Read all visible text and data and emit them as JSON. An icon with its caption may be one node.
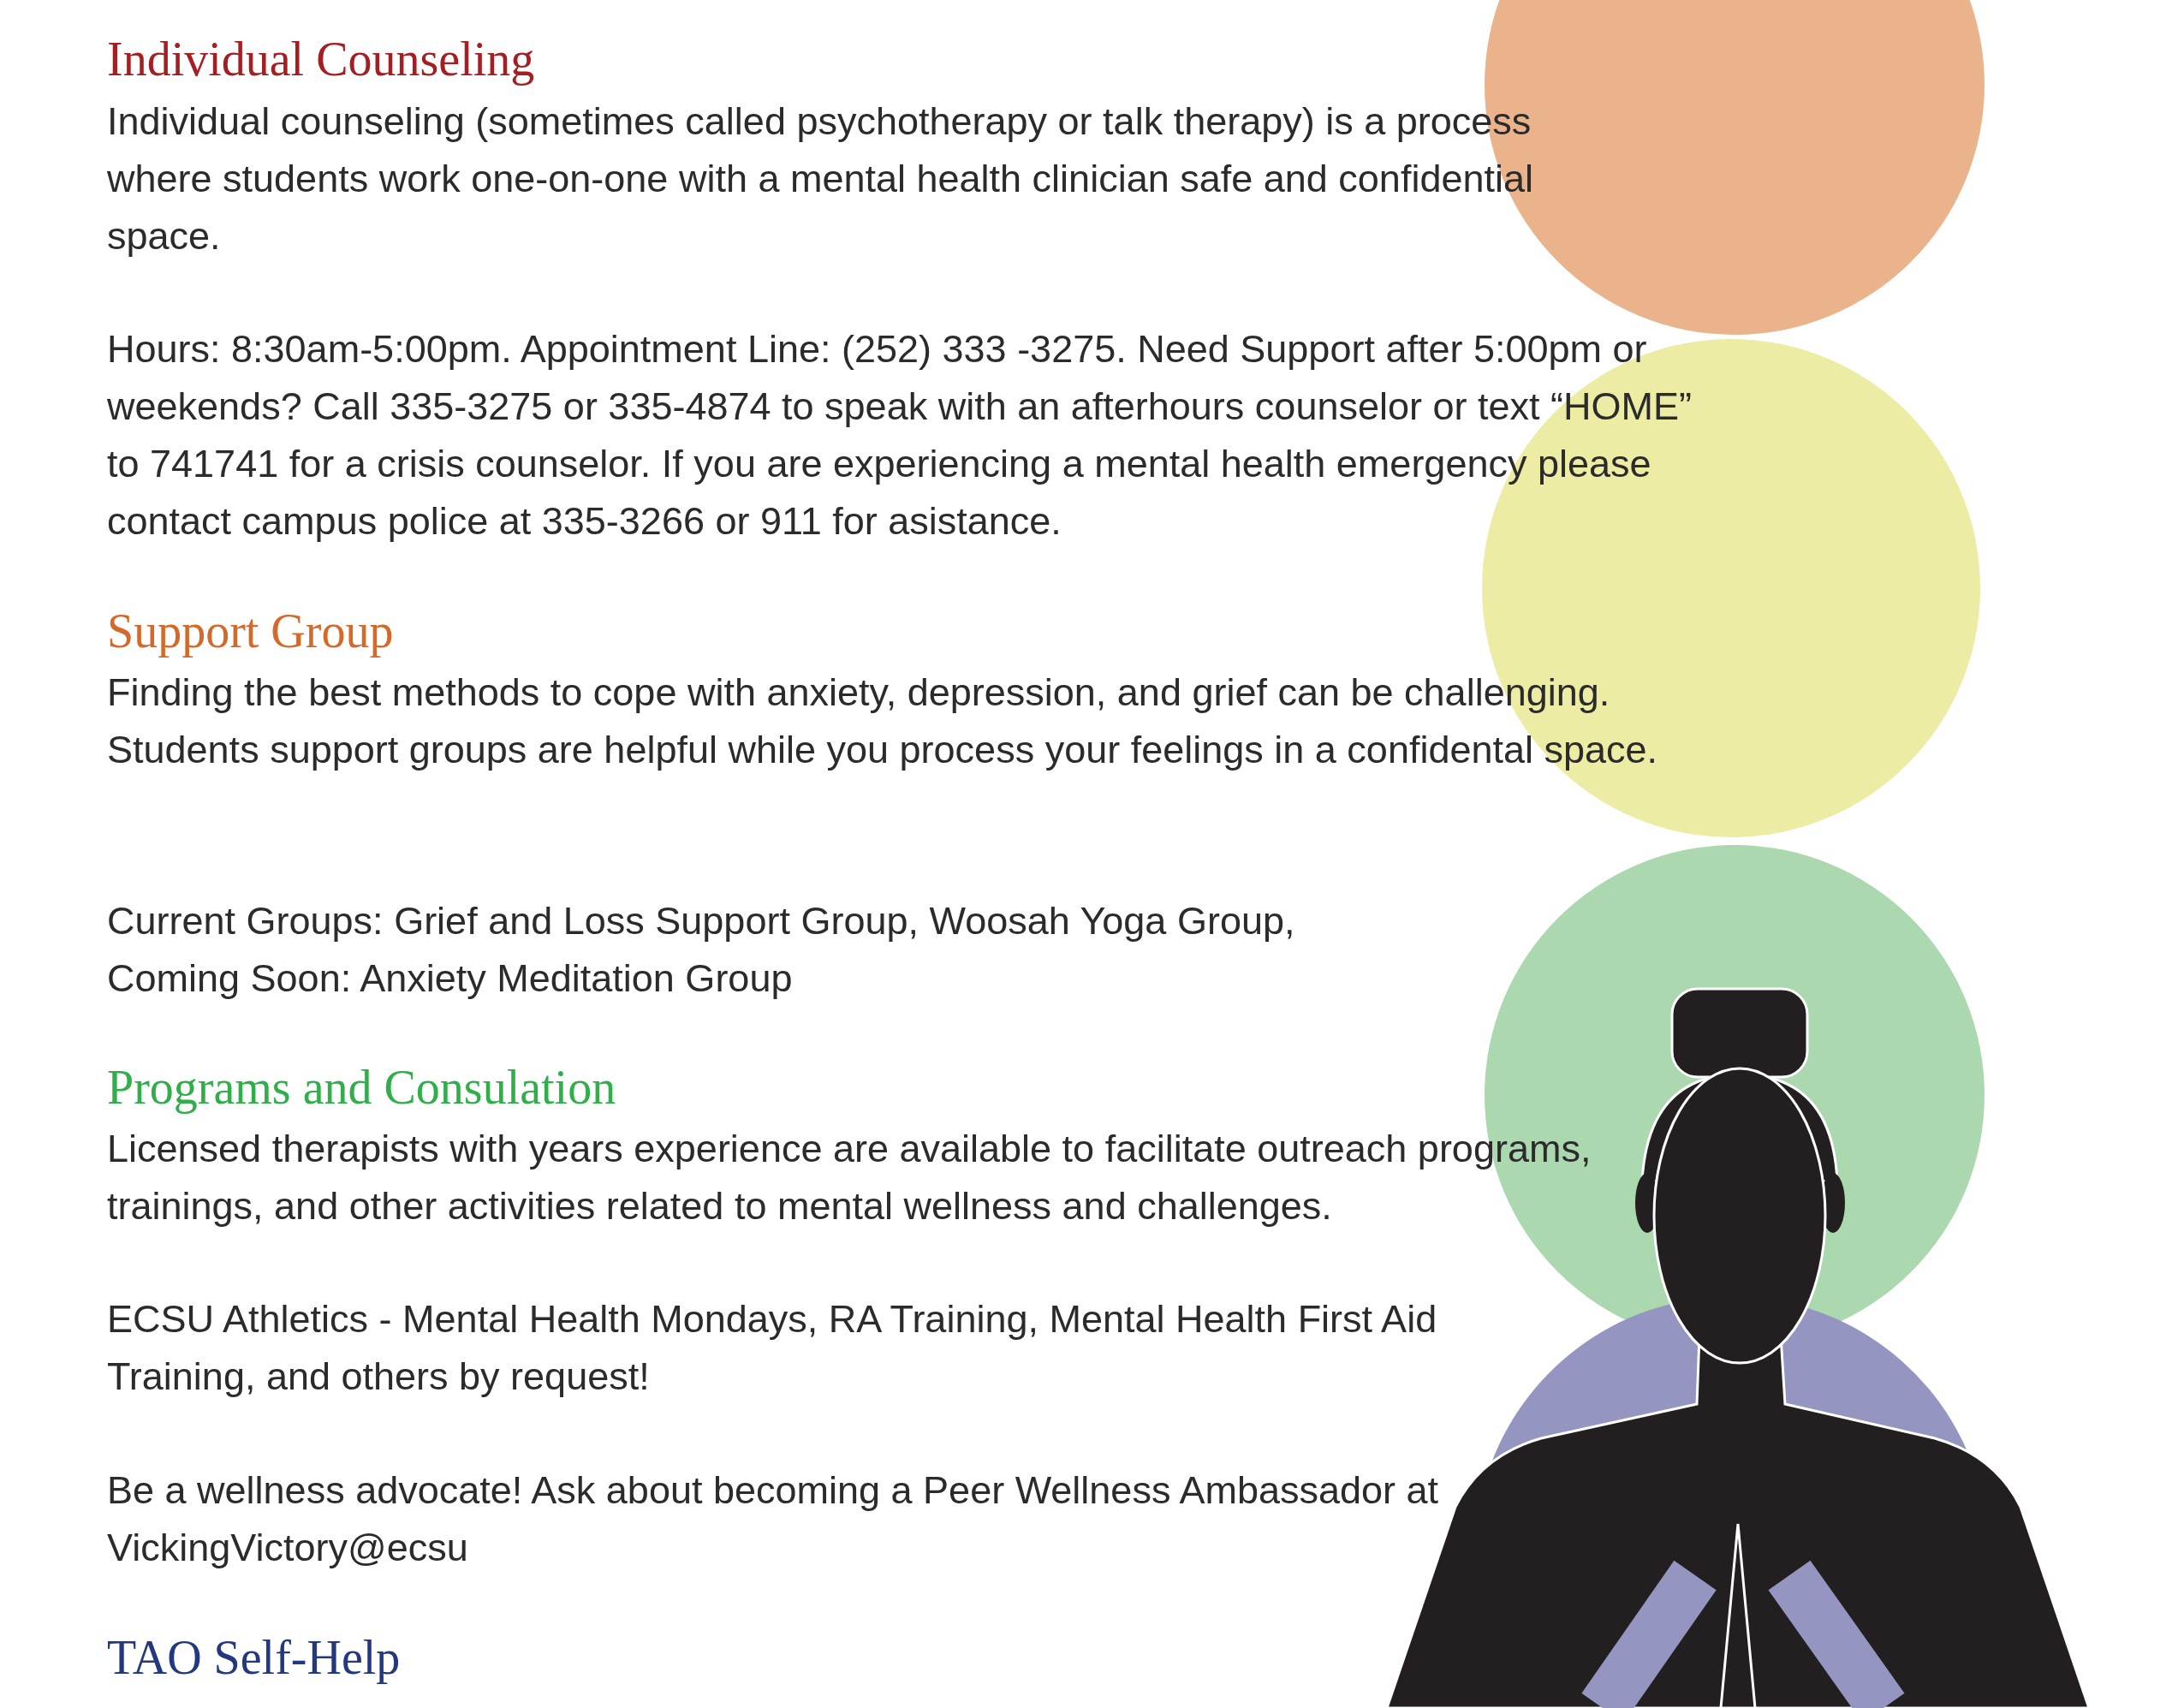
{
  "diagram": {
    "labels": [
      "Individual Counseling",
      "Individual counseling (sometimes called psychotherapy or talk therapy) is a process where students work one-on-one with a mental health clinician safe and confidential space.",
      "Hours: 8:30am-5:00pm. Appointment Line: (252) 333 -3275. Need Support after 5:00pm or weekends? Call 335-3275 or 335-4874 to speak with an afterhours counselor or text “HOME” to 741741 for a crisis counselor. If you are experiencing a mental health emergency please contact campus police at 335-3266 or 911 for asistance.",
      "Support Group",
      "Finding the best methods to cope with anxiety, depression, and grief can be challenging. Students support groups are helpful while you process your feelings in a confidental space.",
      "Current Groups: Grief and Loss Support Group, Woosah Yoga Group,",
      "Coming Soon: Anxiety Meditation Group",
      "Programs and Consulation",
      "Licensed therapists with years experience are available to facilitate outreach programs, trainings, and other activities related to mental wellness and challenges.",
      "ECSU Athletics - Mental Health Mondays, RA Training, Mental Health First Aid Training, and others by request!",
      "Be a wellness advocate! Ask about becoming a Peer Wellness Ambassador at VickingVictory@ecsu",
      "TAO Self-Help"
    ]
  }
}
